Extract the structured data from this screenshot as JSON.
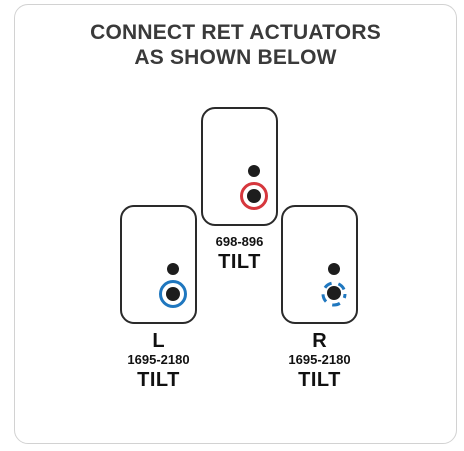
{
  "heading": {
    "line1": "CONNECT RET ACTUATORS",
    "line2": "AS SHOWN BELOW"
  },
  "colors": {
    "heading_text": "#3a3a3a",
    "box_outline": "#2a2a2a",
    "center_ring": "#d6373d",
    "left_ring": "#1f77bf",
    "right_ring": "#1f77bf"
  },
  "ports": {
    "center": {
      "side": "",
      "range": "698-896",
      "tilt": "TILT",
      "ring_style": "solid"
    },
    "left": {
      "side": "L",
      "range": "1695-2180",
      "tilt": "TILT",
      "ring_style": "solid"
    },
    "right": {
      "side": "R",
      "range": "1695-2180",
      "tilt": "TILT",
      "ring_style": "dashed"
    }
  }
}
